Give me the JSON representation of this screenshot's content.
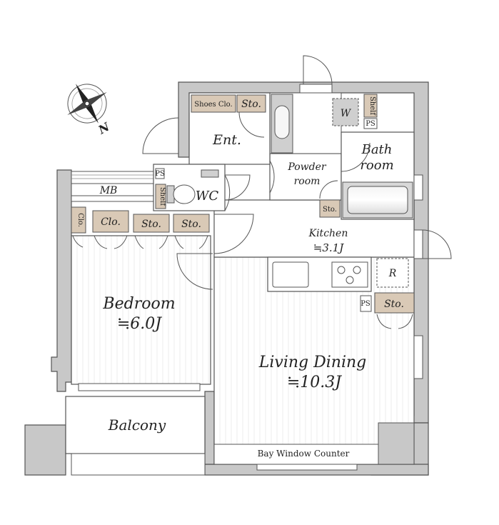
{
  "compass": {
    "north": "N"
  },
  "rooms": {
    "entrance": "Ent.",
    "shoes_closet": "Shoes Clo.",
    "storage_entrance": "Sto.",
    "washer": "W",
    "shelf_top": "Shelf",
    "ps_laundry": "PS",
    "bath_line1": "Bath",
    "bath_line2": "room",
    "powder_line1": "Powder",
    "powder_line2": "room",
    "storage_powder": "Sto.",
    "wc": "WC",
    "shelf_wc": "Shelf",
    "ps_wc": "PS",
    "mb": "MB",
    "closet_small": "Clo.",
    "closet_bedroom": "Clo.",
    "storage_bedroom_1": "Sto.",
    "storage_bedroom_2": "Sto.",
    "kitchen": "Kitchen",
    "kitchen_area": "≒3.1J",
    "refrigerator": "R",
    "ps_kitchen": "PS",
    "storage_kitchen": "Sto.",
    "bedroom": "Bedroom",
    "bedroom_area": "≒6.0J",
    "living_dining": "Living Dining",
    "living_area": "≒10.3J",
    "balcony": "Balcony",
    "bay_window": "Bay Window Counter"
  },
  "colors": {
    "wall": "#c8c8c8",
    "wall_stroke": "#555555",
    "storage_fill": "#d9c9b6",
    "floor_line": "#e6e6e6"
  }
}
